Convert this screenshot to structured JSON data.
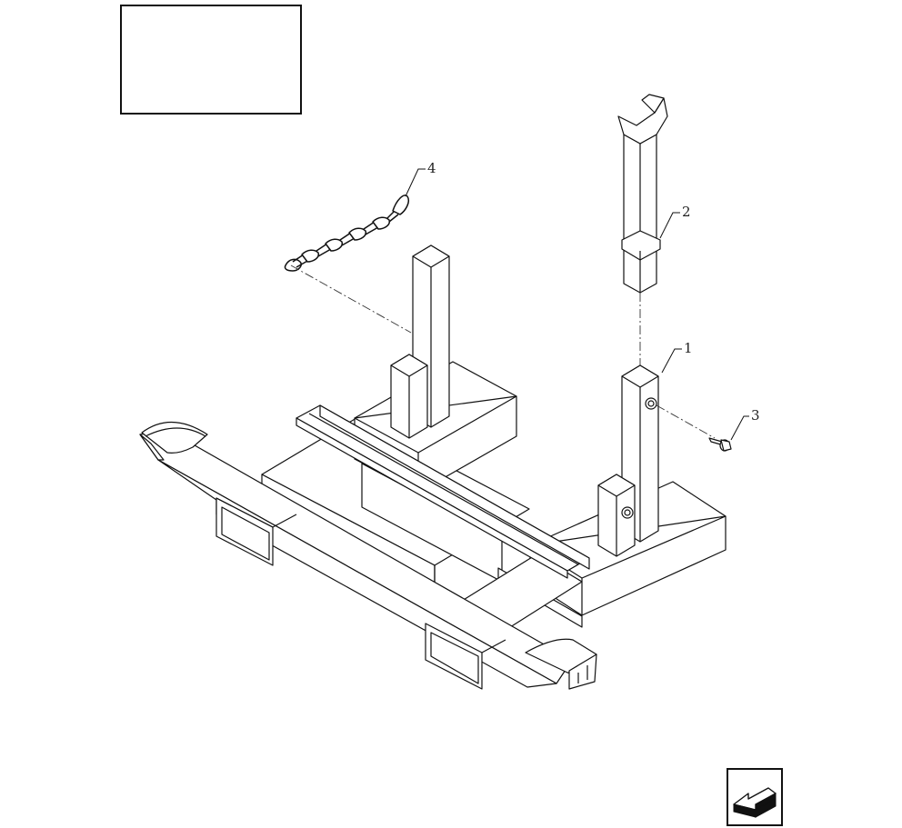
{
  "title_box": {
    "text": ""
  },
  "callouts": [
    {
      "id": "1",
      "text": "1"
    },
    {
      "id": "2",
      "text": "2"
    },
    {
      "id": "3",
      "text": "3"
    },
    {
      "id": "4",
      "text": "4"
    }
  ],
  "navigation": {
    "icon": "arrow-previous-icon"
  },
  "colors": {
    "line": "#111111",
    "background": "#ffffff"
  }
}
